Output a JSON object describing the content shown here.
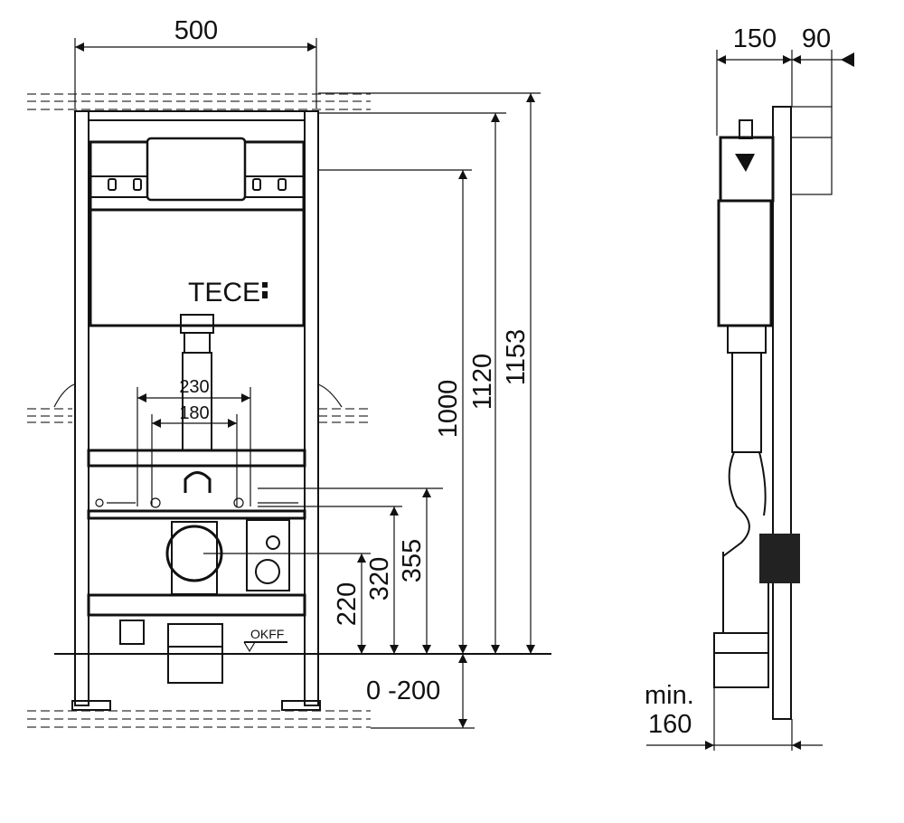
{
  "title": "TECE wall-hung WC installation frame dimension drawing",
  "brand_logo": "TECE",
  "front_view": {
    "width_label": "500",
    "flush_spacing_outer": "230",
    "flush_spacing_inner": "180",
    "height_labels": {
      "h220": "220",
      "h320": "320",
      "h355": "355",
      "h1000": "1000",
      "h1120": "1120",
      "h1153": "1153"
    },
    "floor_adjustment": "0 -200",
    "floor_reference": "OKFF"
  },
  "side_view": {
    "depth_frame": "150",
    "depth_extra": "90",
    "min_label": "min.",
    "min_value": "160"
  }
}
